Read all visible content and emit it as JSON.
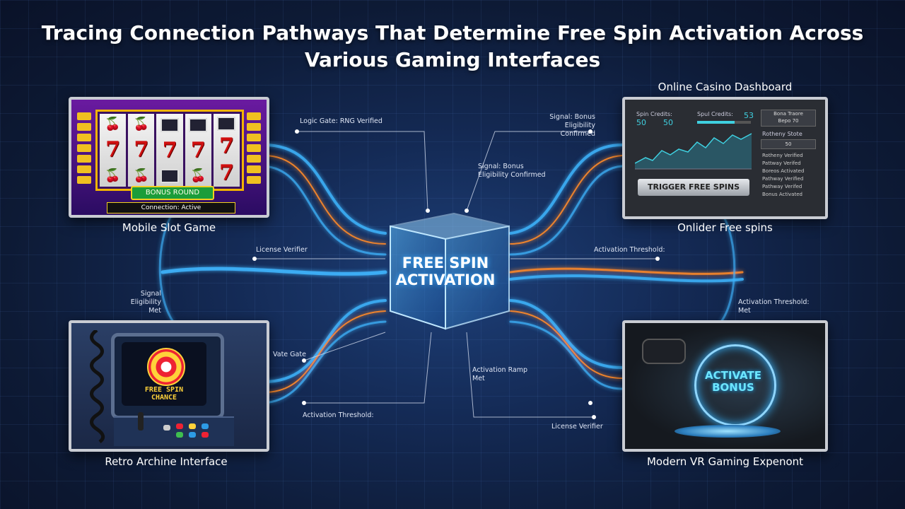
{
  "title": "Tracing Connection Pathways That Determine Free Spin Activation Across Various Gaming Interfaces",
  "center_node": "FREE SPIN ACTIVATION",
  "panels": {
    "mobile_slot": {
      "caption": "Mobile Slot Game",
      "bonus_button": "BONUS ROUND",
      "status_bar": "Connection: Active"
    },
    "dashboard": {
      "header": "Online Casino Dashboard",
      "caption": "Onlider Free spins",
      "spin_credits_label": "Spin Credits:",
      "spin_credits_value": "50",
      "spin_credits_value2": "50",
      "spul_credits_label": "Spul Credits:",
      "spul_credits_value": "53",
      "top_right_box": "Bona Traore\nBepo 70",
      "mid_right_label": "Rotheny Stote",
      "mid_right_value": "50",
      "trigger_button": "TRIGGER FREE SPINS",
      "status_list": [
        "Rotheny Verified",
        "Pattway Verifed",
        "Boreos Activated",
        "Pathway Verified",
        "Pathway Verifed",
        "Bonus Activated"
      ]
    },
    "retro": {
      "caption": "Retro Archine Interface",
      "screen_text": "FREE SPIN\nCHANCE"
    },
    "vr": {
      "caption": "Modern VR Gaming Expenont",
      "button_text": "ACTIVATE\nBONUS"
    }
  },
  "annotations": {
    "logic_gate": "Logic Gate: RNG Verified",
    "signal_bonus_top": "Signal: Bonus\nEligibility Confirmed",
    "signal_bonus_mid": "Signal: Bonus\nEligibility Confirmed",
    "license_left": "License Verifier",
    "signal_left": "Signal\nEligibility\nMet",
    "activation_threshold_right": "Activation Threshold:",
    "activation_threshold_right2": "Activation Threshold:\nMet",
    "vate_gate": "Vate Gate",
    "activation_ramp": "Activation Ramp\nMet",
    "activation_threshold_bottom": "Activation Threshold:",
    "license_bottom": "License Verifier"
  },
  "colors": {
    "wire_blue": "#3fb6ff",
    "wire_orange": "#ff8a2a",
    "accent_cyan": "#6de6ff"
  }
}
